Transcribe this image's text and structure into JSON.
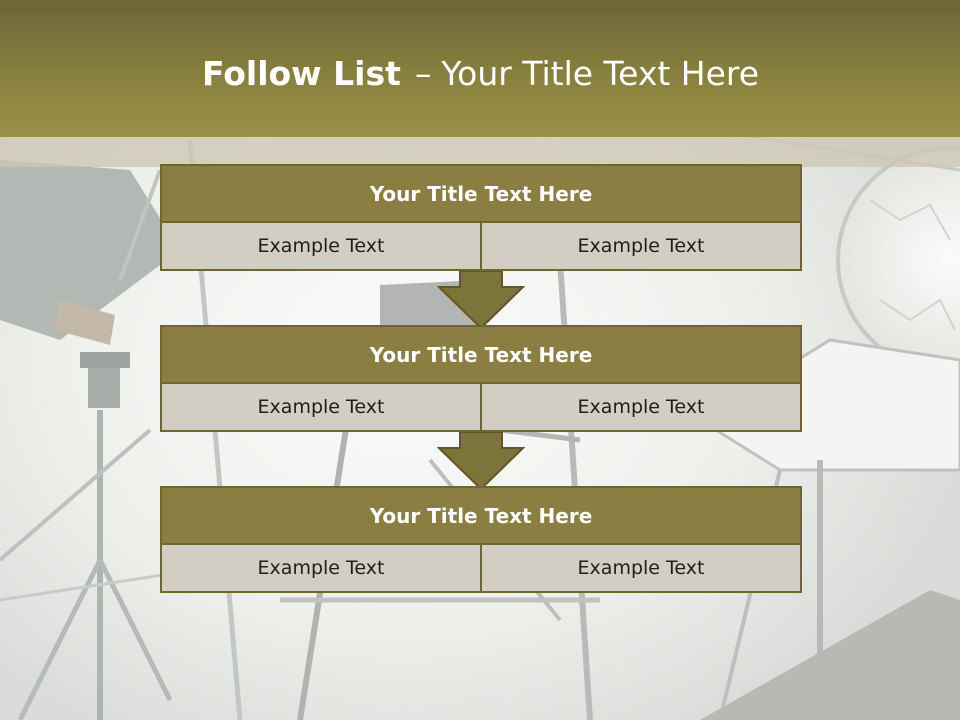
{
  "slide": {
    "title_bold": "Follow List",
    "title_separator": "–",
    "title_rest": "Your Title Text Here"
  },
  "steps": [
    {
      "title": "Your Title Text Here",
      "left": "Example Text",
      "right": "Example Text"
    },
    {
      "title": "Your Title Text Here",
      "left": "Example Text",
      "right": "Example Text"
    },
    {
      "title": "Your Title Text Here",
      "left": "Example Text",
      "right": "Example Text"
    }
  ],
  "colors": {
    "header_gradient_top": "#6c6535",
    "header_gradient_bottom": "#9d9049",
    "box_header": "#8a7e43",
    "box_cell": "#d3cec3",
    "border": "#6e6530",
    "arrow": "#7d7439"
  },
  "icons": {
    "arrow": "down-arrow-icon"
  }
}
